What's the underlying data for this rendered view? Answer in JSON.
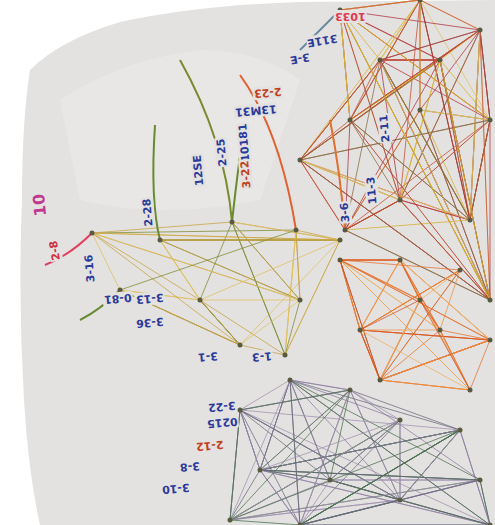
{
  "diagram": {
    "labels": [
      "10",
      "1033",
      "311E",
      "3-E",
      "2-11",
      "2-23",
      "13M31",
      "10181",
      "2-25",
      "3-22",
      "12SE",
      "2-28",
      "3-6",
      "11-3",
      "2-8",
      "3-16",
      "0-81",
      "3-13",
      "3-36",
      "3-1",
      "3-22",
      "0215",
      "2-12",
      "3-8",
      "3-10",
      "1-3"
    ]
  }
}
